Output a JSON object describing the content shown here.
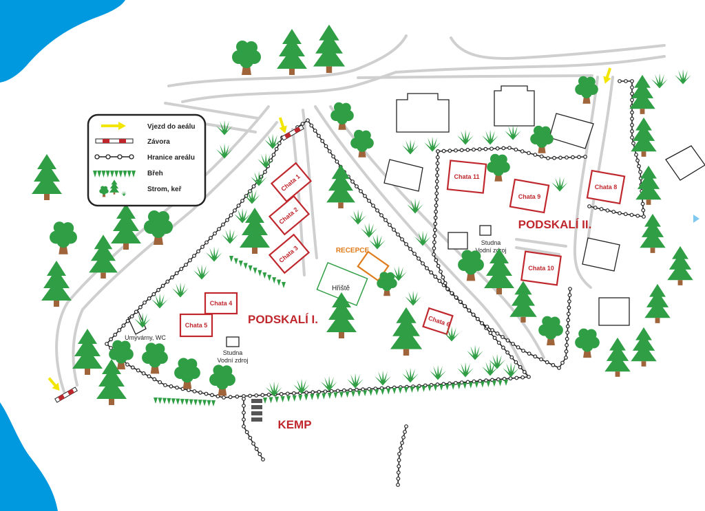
{
  "colors": {
    "water": "#0099e0",
    "road": "#cfcfcf",
    "cabin": "#c0272d",
    "reception": "#e07b1a",
    "playground": "#2f9e44",
    "tree_green": "#2f9e44",
    "trunk": "#a0643b",
    "boundary": "#222222",
    "arrow": "#f2e600",
    "area_label": "#c0272d"
  },
  "legend": {
    "items": [
      {
        "icon": "entrance-arrow-icon",
        "label": "Vjezd do aeálu"
      },
      {
        "icon": "barrier-icon",
        "label": "Závora"
      },
      {
        "icon": "boundary-line-icon",
        "label": "Hranice areálu"
      },
      {
        "icon": "shore-icon",
        "label": "Břeh"
      },
      {
        "icon": "tree-shrub-icon",
        "label": "Strom, keř"
      }
    ]
  },
  "areas": {
    "podskali_1": "PODSKALÍ I.",
    "podskali_2": "PODSKALÍ II.",
    "kemp": "KEMP"
  },
  "cabins": {
    "c1": "Chata 1",
    "c2": "Chata 2",
    "c3": "Chata 3",
    "c4": "Chata 4",
    "c5": "Chata 5",
    "c6": "Chata 6",
    "c8": "Chata 8",
    "c9": "Chata 9",
    "c10": "Chata 10",
    "c11": "Chata 11"
  },
  "facilities": {
    "recepce": "RECEPCE",
    "hriste": "Hřiště",
    "umyvarny": "Umývárny, WC",
    "studna_1_line1": "Studna",
    "studna_1_line2": "Vodní zdroj",
    "studna_2_line1": "Studna",
    "studna_2_line2": "Vodní zdroj"
  }
}
